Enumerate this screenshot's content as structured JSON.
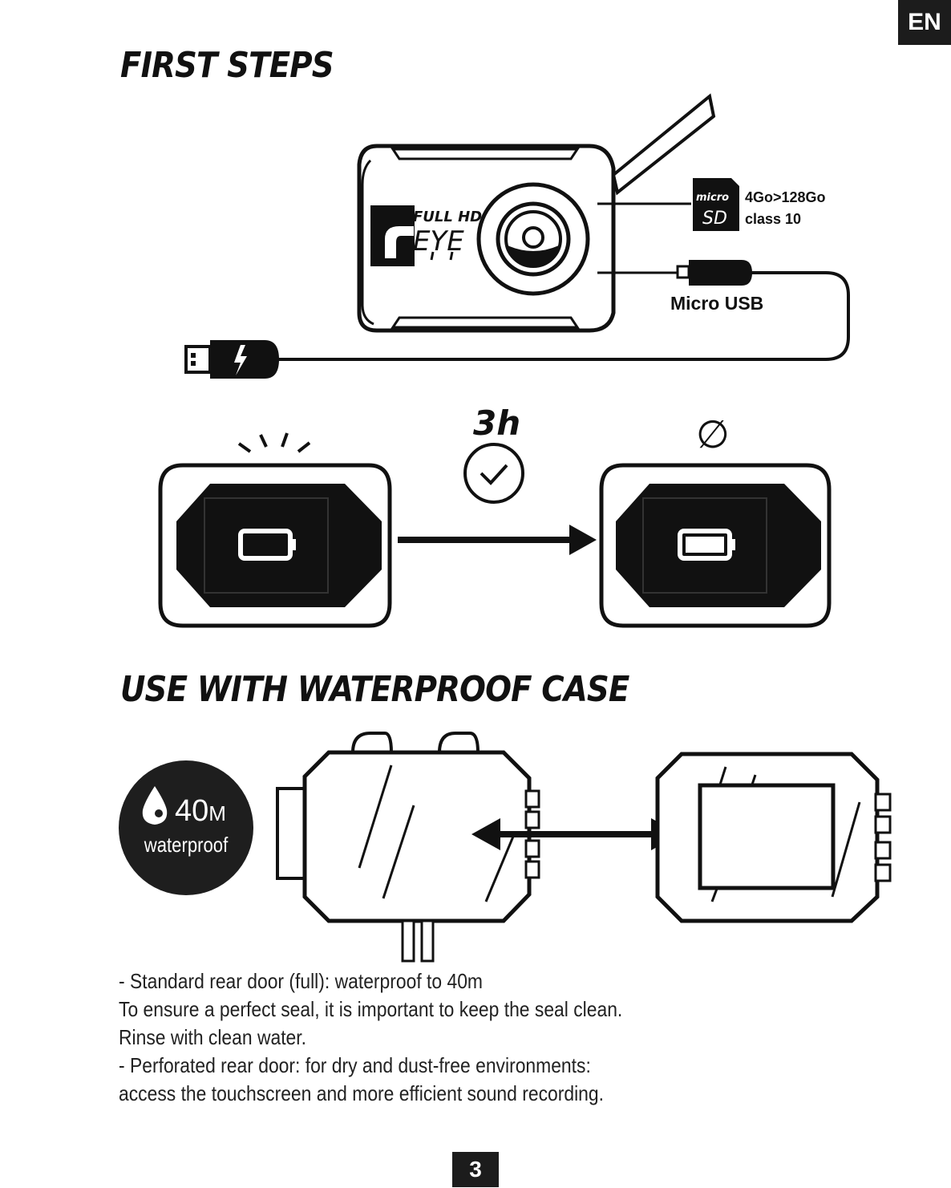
{
  "language_tab": "EN",
  "sections": {
    "first_steps_title": "FIRST STEPS",
    "waterproof_title": "USE WITH WATERPROOF CASE"
  },
  "camera": {
    "brand_top": "FULL HD",
    "brand_main": "EYE"
  },
  "sd_card": {
    "badge_top": "micro",
    "badge_bottom": "SD",
    "capacity": "4Go>128Go",
    "class": "class 10"
  },
  "usb": {
    "label": "Micro USB"
  },
  "charging": {
    "duration": "3h",
    "done_symbol": "∅"
  },
  "waterproof_badge": {
    "depth": "40",
    "unit": "M",
    "label": "waterproof"
  },
  "instructions": [
    "-   Standard rear door (full): waterproof to 40m",
    "To ensure a perfect seal, it is important to keep the seal clean.",
    "Rinse with clean water.",
    "-   Perforated rear door: for dry and dust-free environments:",
    "access the touchscreen and more efficient sound recording."
  ],
  "page_number": "3",
  "icons": [
    "lightning-icon",
    "clock-check-icon",
    "battery-empty-icon",
    "battery-full-icon",
    "water-drop-icon",
    "arrow-right-icon",
    "double-arrow-icon"
  ]
}
